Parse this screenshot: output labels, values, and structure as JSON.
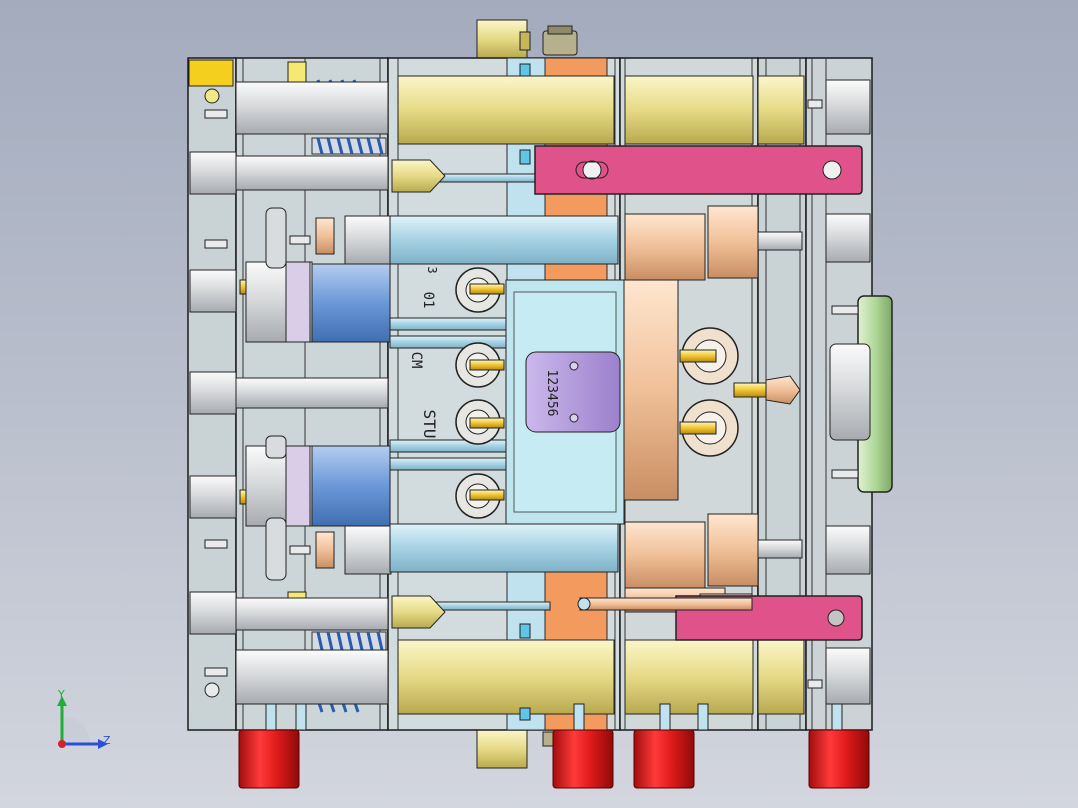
{
  "viewport": {
    "background_top": "#a3abbd",
    "background_bottom": "#d3d6de"
  },
  "engravings": {
    "label_1": "01",
    "label_2": "CM",
    "label_3": "STU",
    "label_4": "3",
    "plate_marking": "123456"
  },
  "triad": {
    "y_label": "Y",
    "z_label": "Z",
    "y_color": "#1fae3a",
    "z_color": "#2c4fd8",
    "x_color": "#d81f2c"
  },
  "colors": {
    "plate": "#c8d0d4",
    "pin_cyan": "#a9d3e3",
    "pin_gold": "#e9df8c",
    "blue_block": "#5e8fd0",
    "orange": "#f39a5e",
    "peach": "#f2c09a",
    "pink_arm": "#e0528a",
    "purple_plate": "#b39ad8",
    "green_ring": "#b5dca0",
    "red_foot": "#e32020"
  }
}
